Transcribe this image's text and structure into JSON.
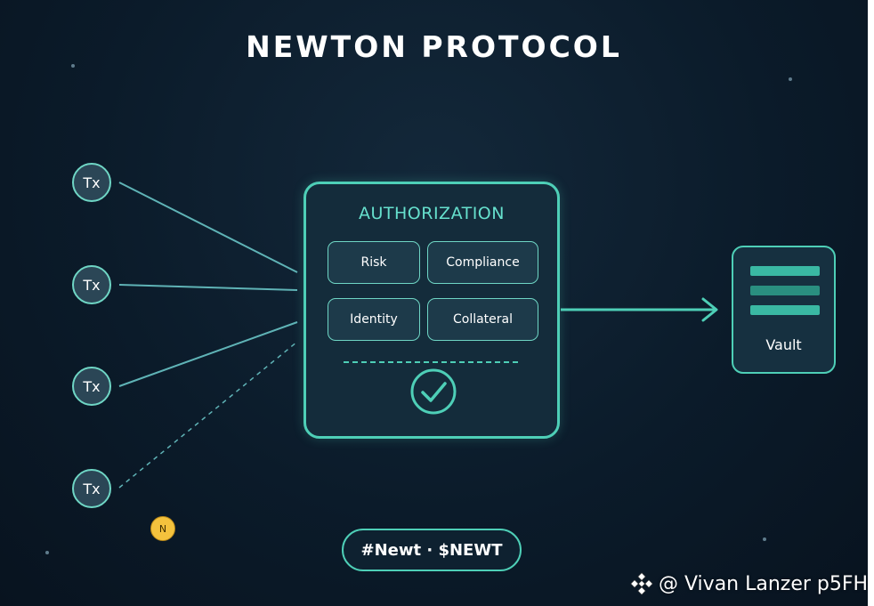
{
  "diagram": {
    "title": "NEWTON PROTOCOL",
    "inputs": [
      {
        "label": "Tx",
        "link": "solid"
      },
      {
        "label": "Tx",
        "link": "solid"
      },
      {
        "label": "Tx",
        "link": "solid"
      },
      {
        "label": "Tx",
        "link": "dashed"
      }
    ],
    "authorization": {
      "title": "AUTHORIZATION",
      "checks": [
        "Risk",
        "Compliance",
        "Identity",
        "Collateral"
      ],
      "status_icon": "checkmark-circle-icon"
    },
    "output": {
      "label": "Vault",
      "icon": "vault-bars-icon"
    },
    "coin_badge": "N",
    "hashtag": "#Newt · $NEWT"
  },
  "watermark": {
    "icon": "binance-diamond-icon",
    "text": "@ Vivan Lanzer p5FH"
  },
  "colors": {
    "background": "#0b1b2a",
    "accent": "#4ecfb7",
    "accent_text": "#66e0cd",
    "node_fill": "#2b4656",
    "coin": "#f4c23d"
  }
}
